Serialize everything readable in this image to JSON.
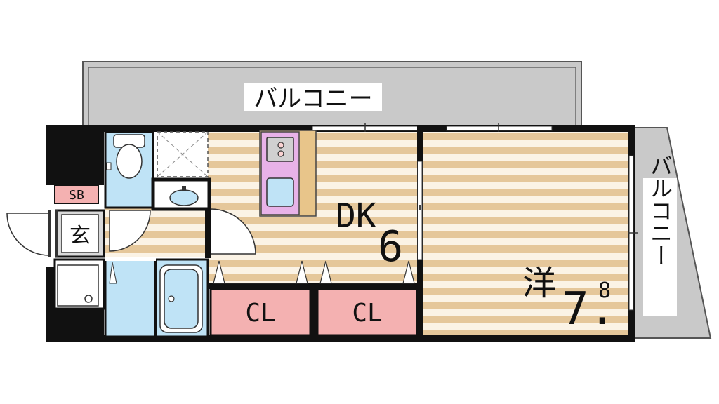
{
  "labels": {
    "balcony_top": "バルコニー",
    "balcony_right": "バルコニー",
    "dk_text": "DK",
    "dk_size": "6",
    "western_text": "洋",
    "western_size": "7.",
    "western_size_decimal": "8",
    "closet_1": "CL",
    "closet_2": "CL",
    "entrance": "玄",
    "shoe_box": "SB"
  },
  "colors": {
    "wall": "#111111",
    "balcony": "#c9c9c9",
    "floor_tan": "#e5c79a",
    "floor_light": "#fbf3e5",
    "wet_area": "#bfe3f6",
    "kitchen": "#e8b2e8",
    "closet": "#f4b1b1",
    "entrance_floor": "#d9d9d9",
    "counter": "#e8c58a"
  }
}
